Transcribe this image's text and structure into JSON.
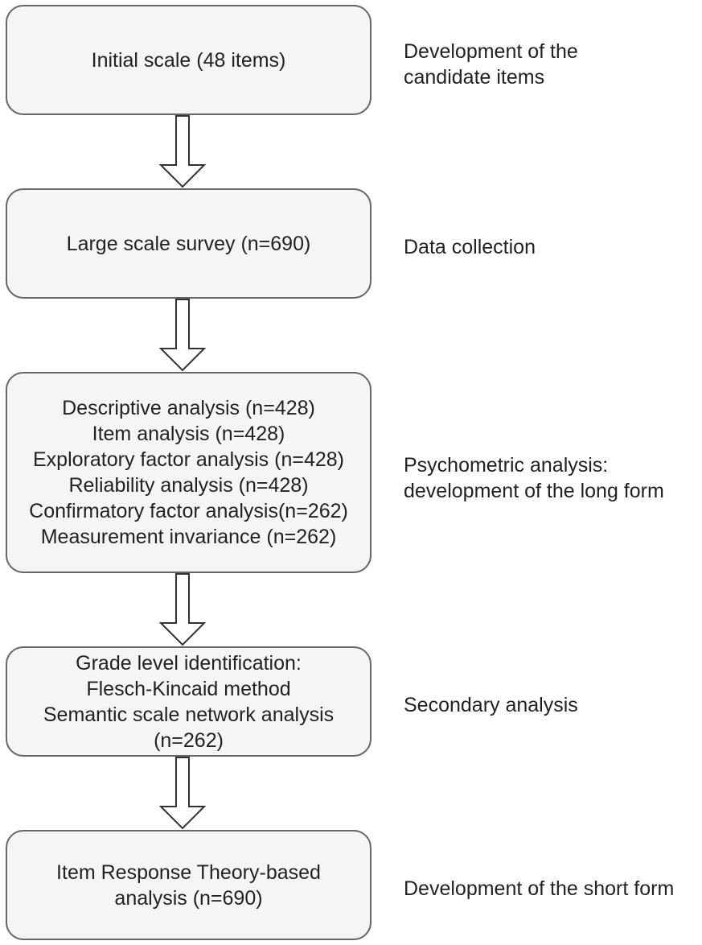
{
  "steps": [
    {
      "lines": [
        "Initial scale (48 items)"
      ],
      "stage": [
        "Development of the",
        "candidate items"
      ]
    },
    {
      "lines": [
        "Large scale survey (n=690)"
      ],
      "stage": [
        "Data collection"
      ]
    },
    {
      "lines": [
        "Descriptive analysis (n=428)",
        "Item analysis (n=428)",
        "Exploratory factor analysis (n=428)",
        "Reliability analysis (n=428)",
        "Confirmatory factor analysis(n=262)",
        "Measurement invariance (n=262)"
      ],
      "stage": [
        "Psychometric analysis:",
        "development of the long form"
      ]
    },
    {
      "lines": [
        "Grade level identification:",
        "Flesch-Kincaid method",
        "Semantic scale network analysis",
        "(n=262)"
      ],
      "stage": [
        "Secondary analysis"
      ]
    },
    {
      "lines": [
        "Item Response Theory-based",
        "analysis (n=690)"
      ],
      "stage": [
        "Development of the short form"
      ]
    }
  ]
}
